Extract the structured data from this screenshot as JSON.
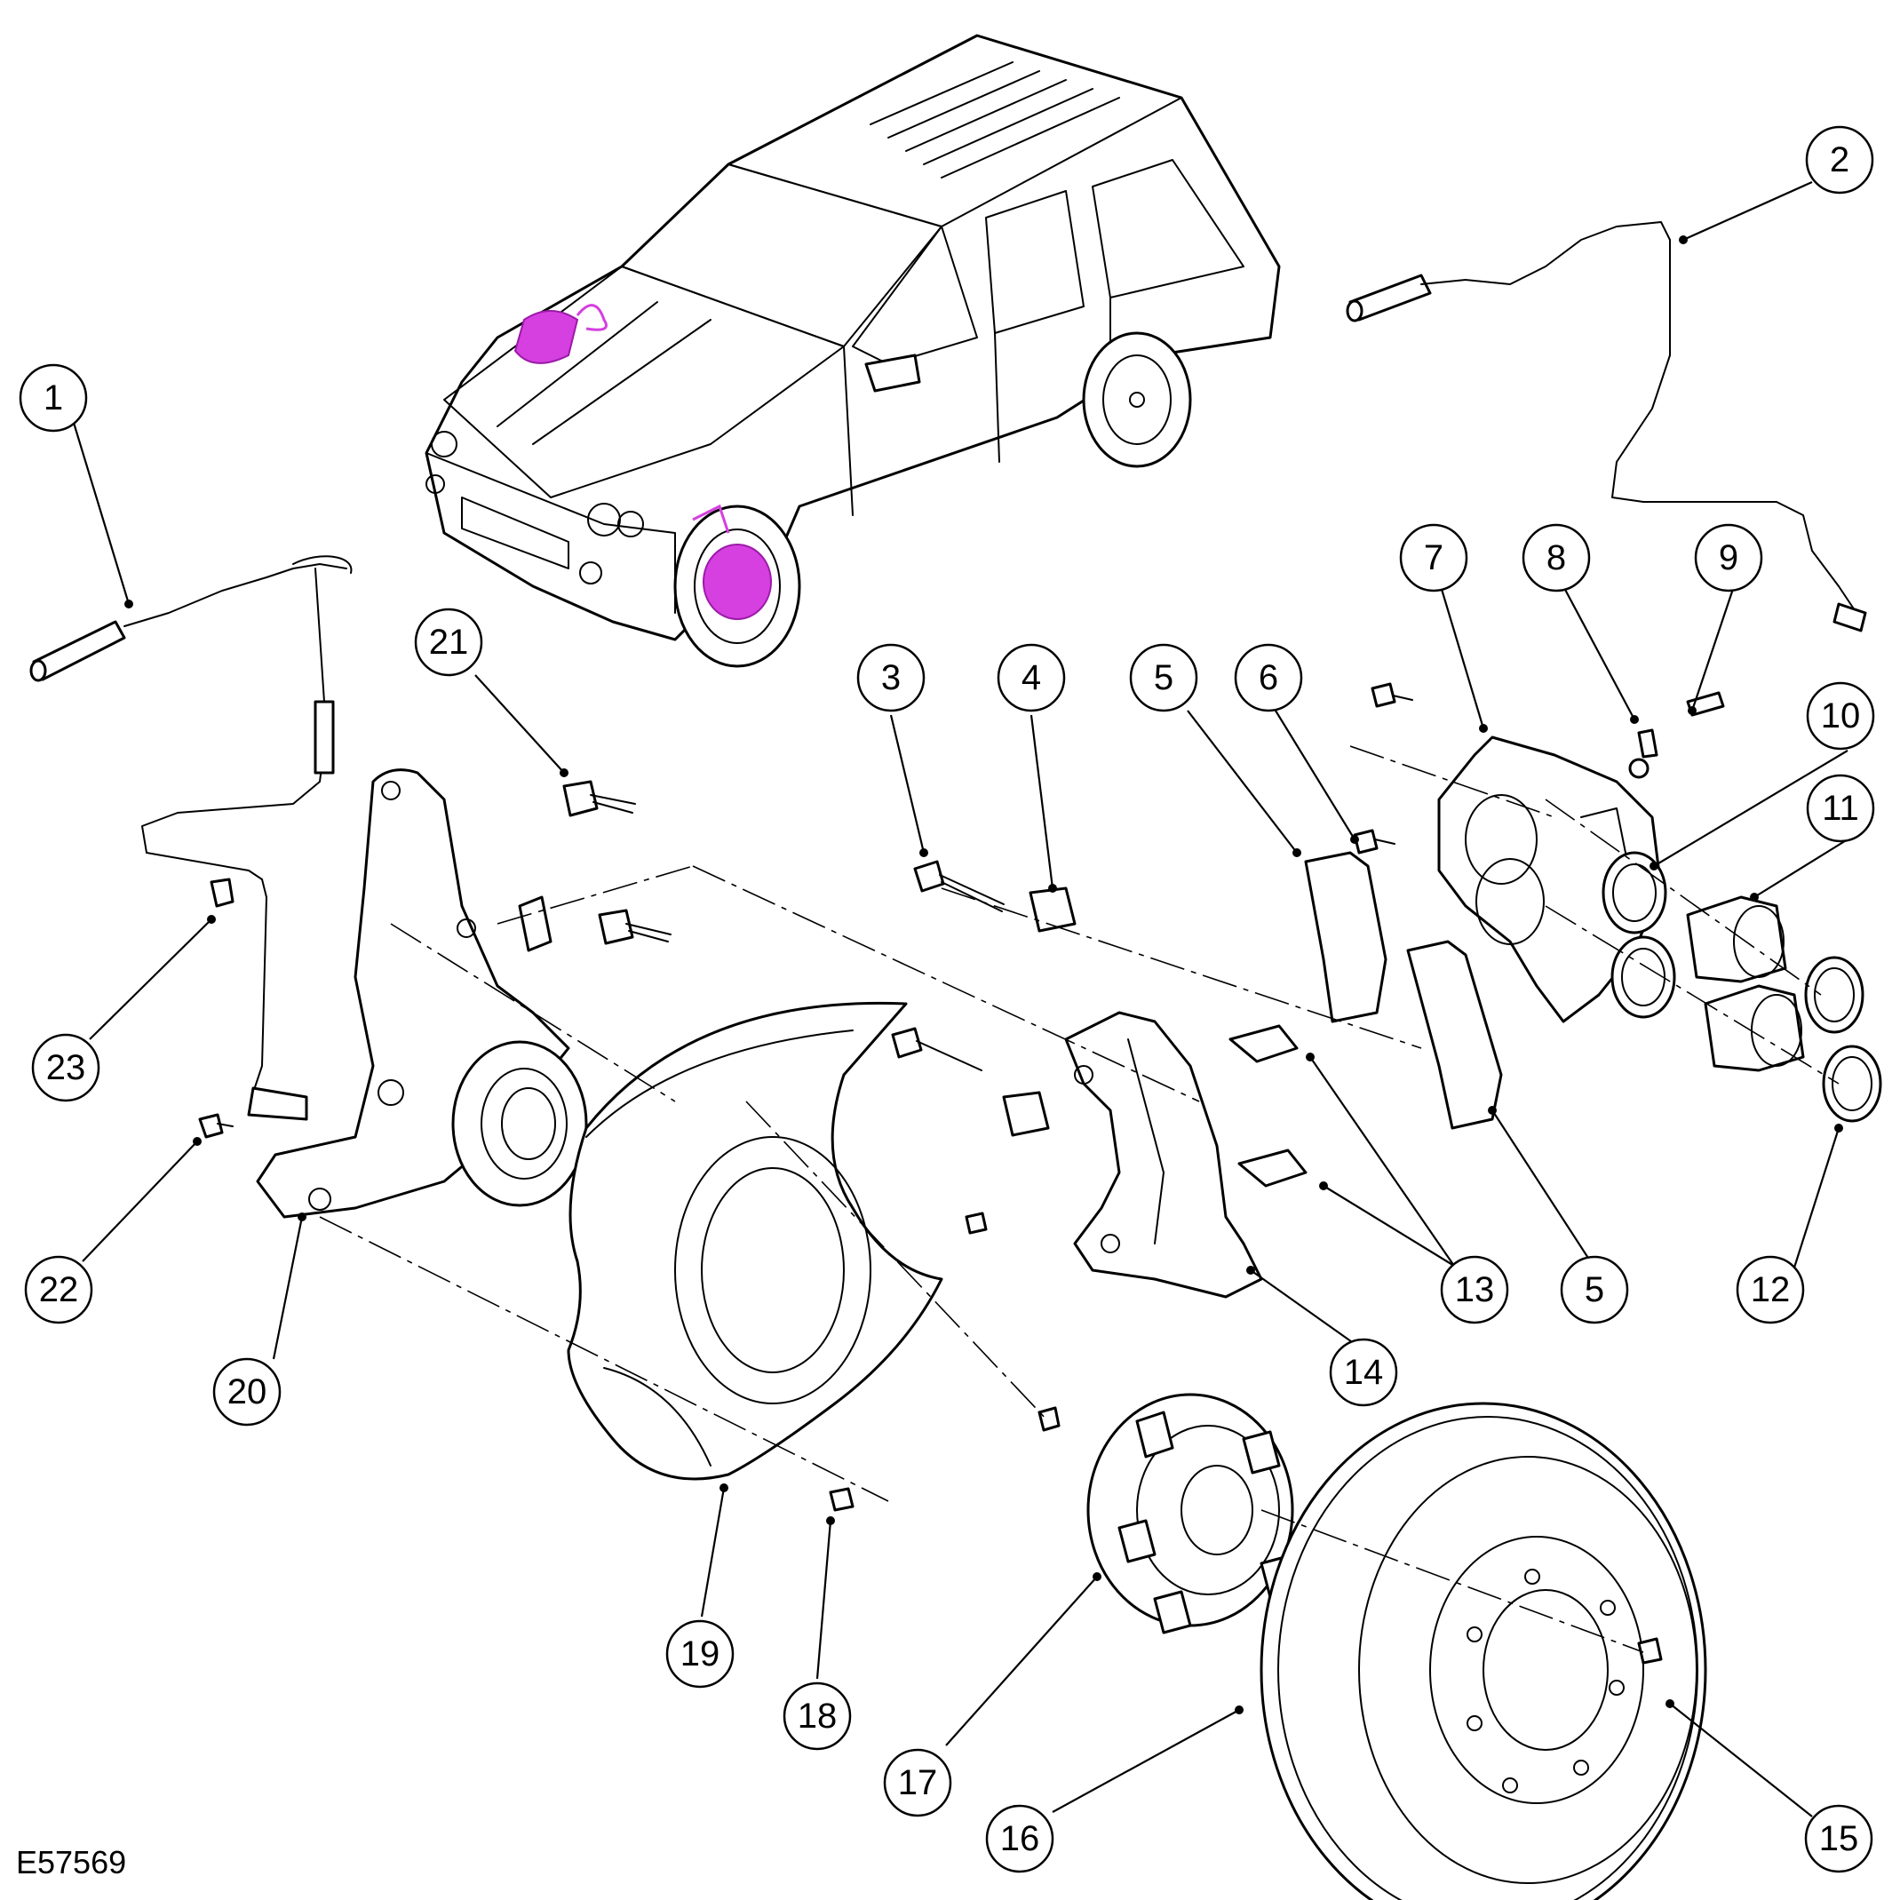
{
  "figure_id": "E57569",
  "accent_colors": {
    "highlight": "#d63fe0",
    "line": "#000000"
  },
  "callouts": [
    {
      "label": "1"
    },
    {
      "label": "2"
    },
    {
      "label": "3"
    },
    {
      "label": "4"
    },
    {
      "label": "5"
    },
    {
      "label": "6"
    },
    {
      "label": "7"
    },
    {
      "label": "8"
    },
    {
      "label": "9"
    },
    {
      "label": "10"
    },
    {
      "label": "11"
    },
    {
      "label": "12"
    },
    {
      "label": "5"
    },
    {
      "label": "13"
    },
    {
      "label": "14"
    },
    {
      "label": "15"
    },
    {
      "label": "16"
    },
    {
      "label": "17"
    },
    {
      "label": "18"
    },
    {
      "label": "19"
    },
    {
      "label": "20"
    },
    {
      "label": "21"
    },
    {
      "label": "22"
    },
    {
      "label": "23"
    }
  ]
}
